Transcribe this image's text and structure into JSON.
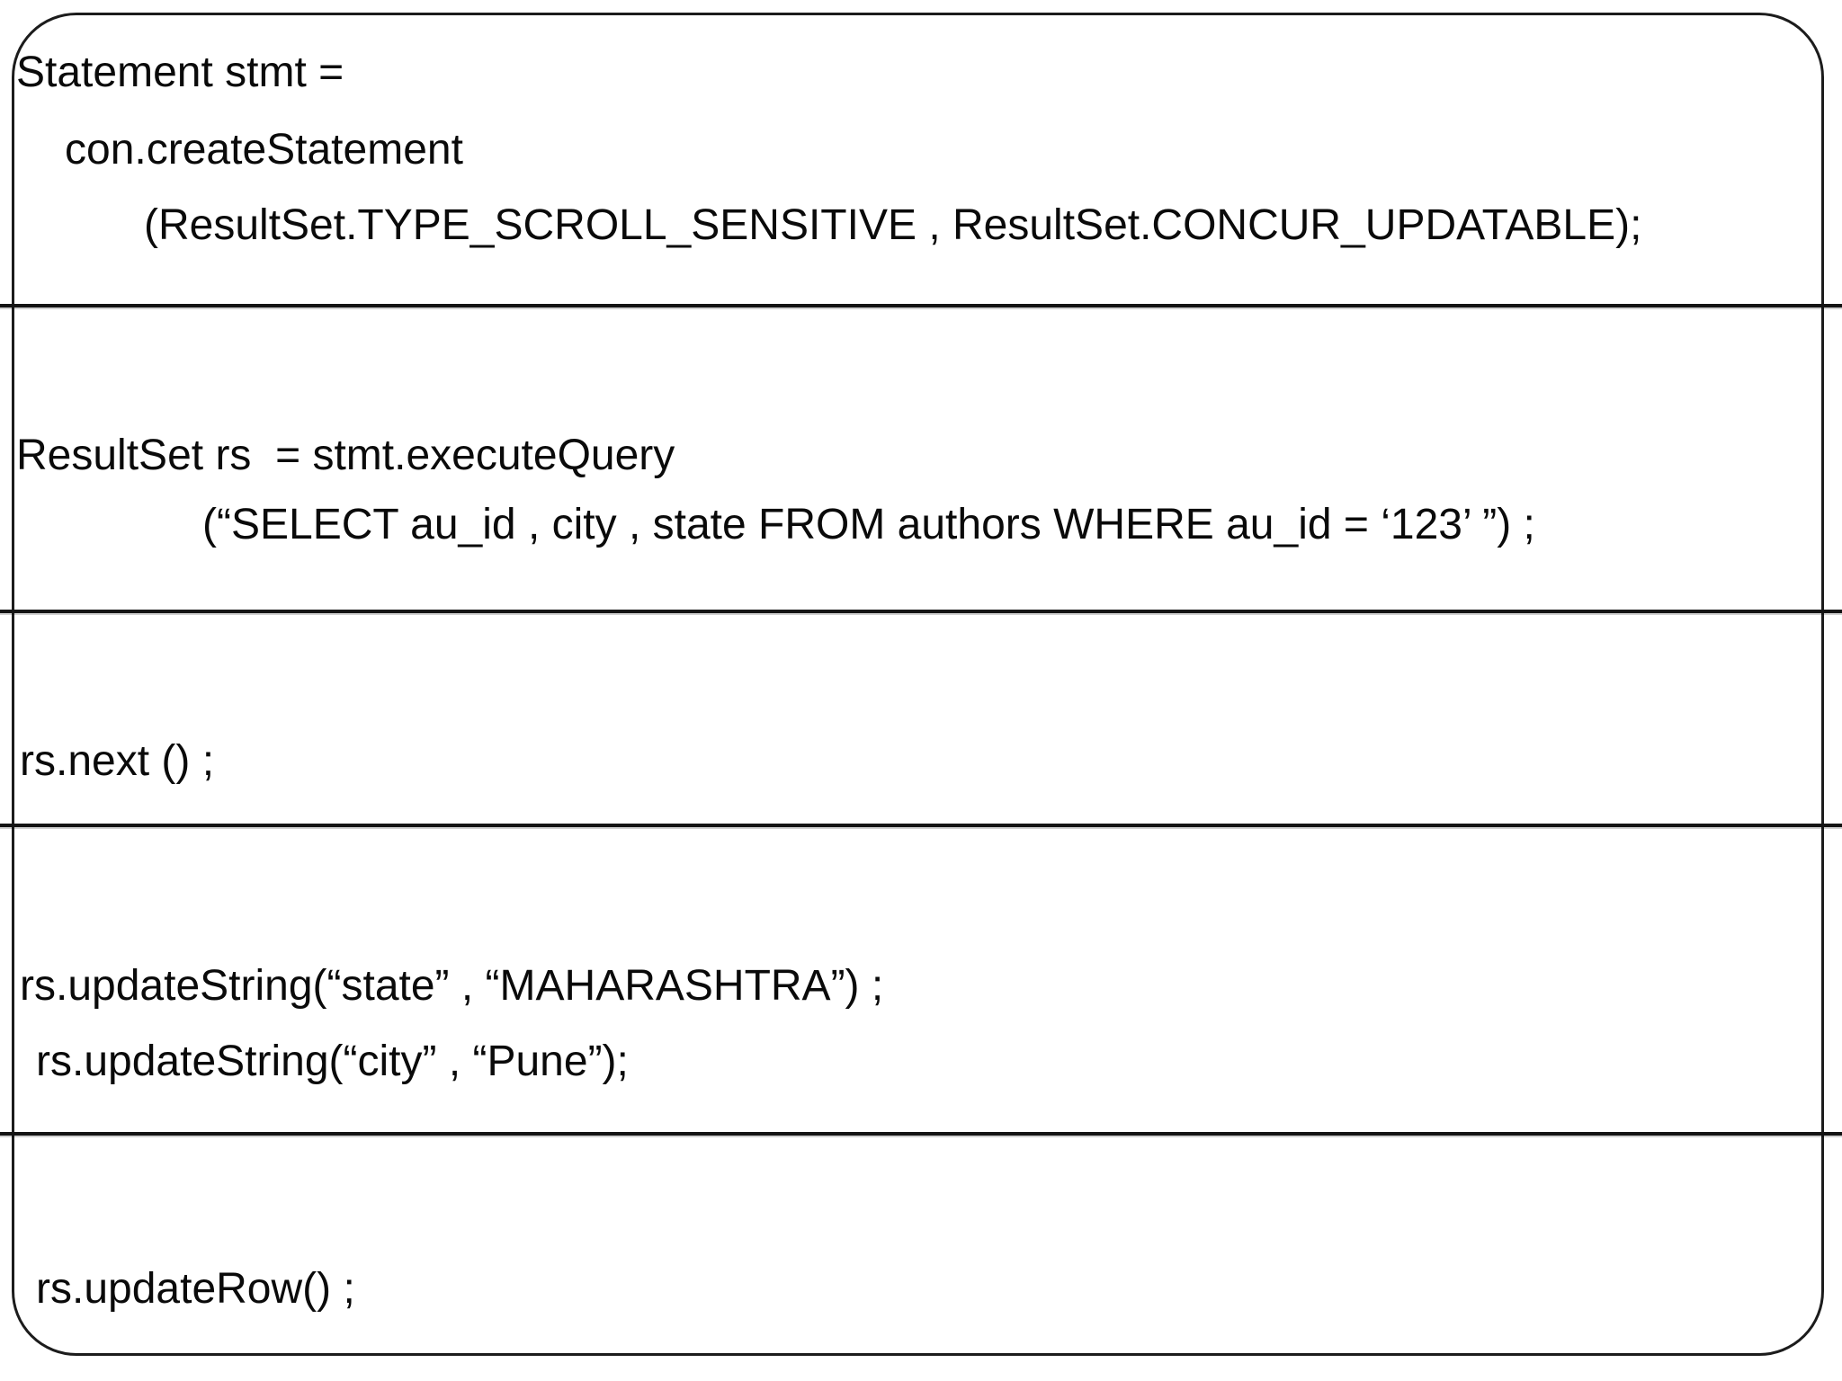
{
  "slide": {
    "background_color": "#ffffff",
    "frame_border_color": "#1c1c1c",
    "divider_color": "#141414",
    "text_color": "#0a0a0a",
    "sections": [
      {
        "name": "create-statement",
        "lines": [
          {
            "text": "Statement stmt ="
          },
          {
            "text": "con.createStatement"
          },
          {
            "text": "(ResultSet.TYPE_SCROLL_SENSITIVE , ResultSet.CONCUR_UPDATABLE);"
          }
        ]
      },
      {
        "name": "execute-query",
        "lines": [
          {
            "text": "ResultSet rs  = stmt.executeQuery"
          },
          {
            "text": "(“SELECT au_id , city , state FROM authors WHERE au_id = ‘123’ ”) ;"
          }
        ]
      },
      {
        "name": "next-row",
        "lines": [
          {
            "text": "rs.next () ;"
          }
        ]
      },
      {
        "name": "update-strings",
        "lines": [
          {
            "text": "rs.updateString(“state” , “MAHARASHTRA”) ;"
          },
          {
            "text": "rs.updateString(“city” , “Pune”);"
          }
        ]
      },
      {
        "name": "update-row",
        "lines": [
          {
            "text": "rs.updateRow() ;"
          }
        ]
      }
    ]
  }
}
